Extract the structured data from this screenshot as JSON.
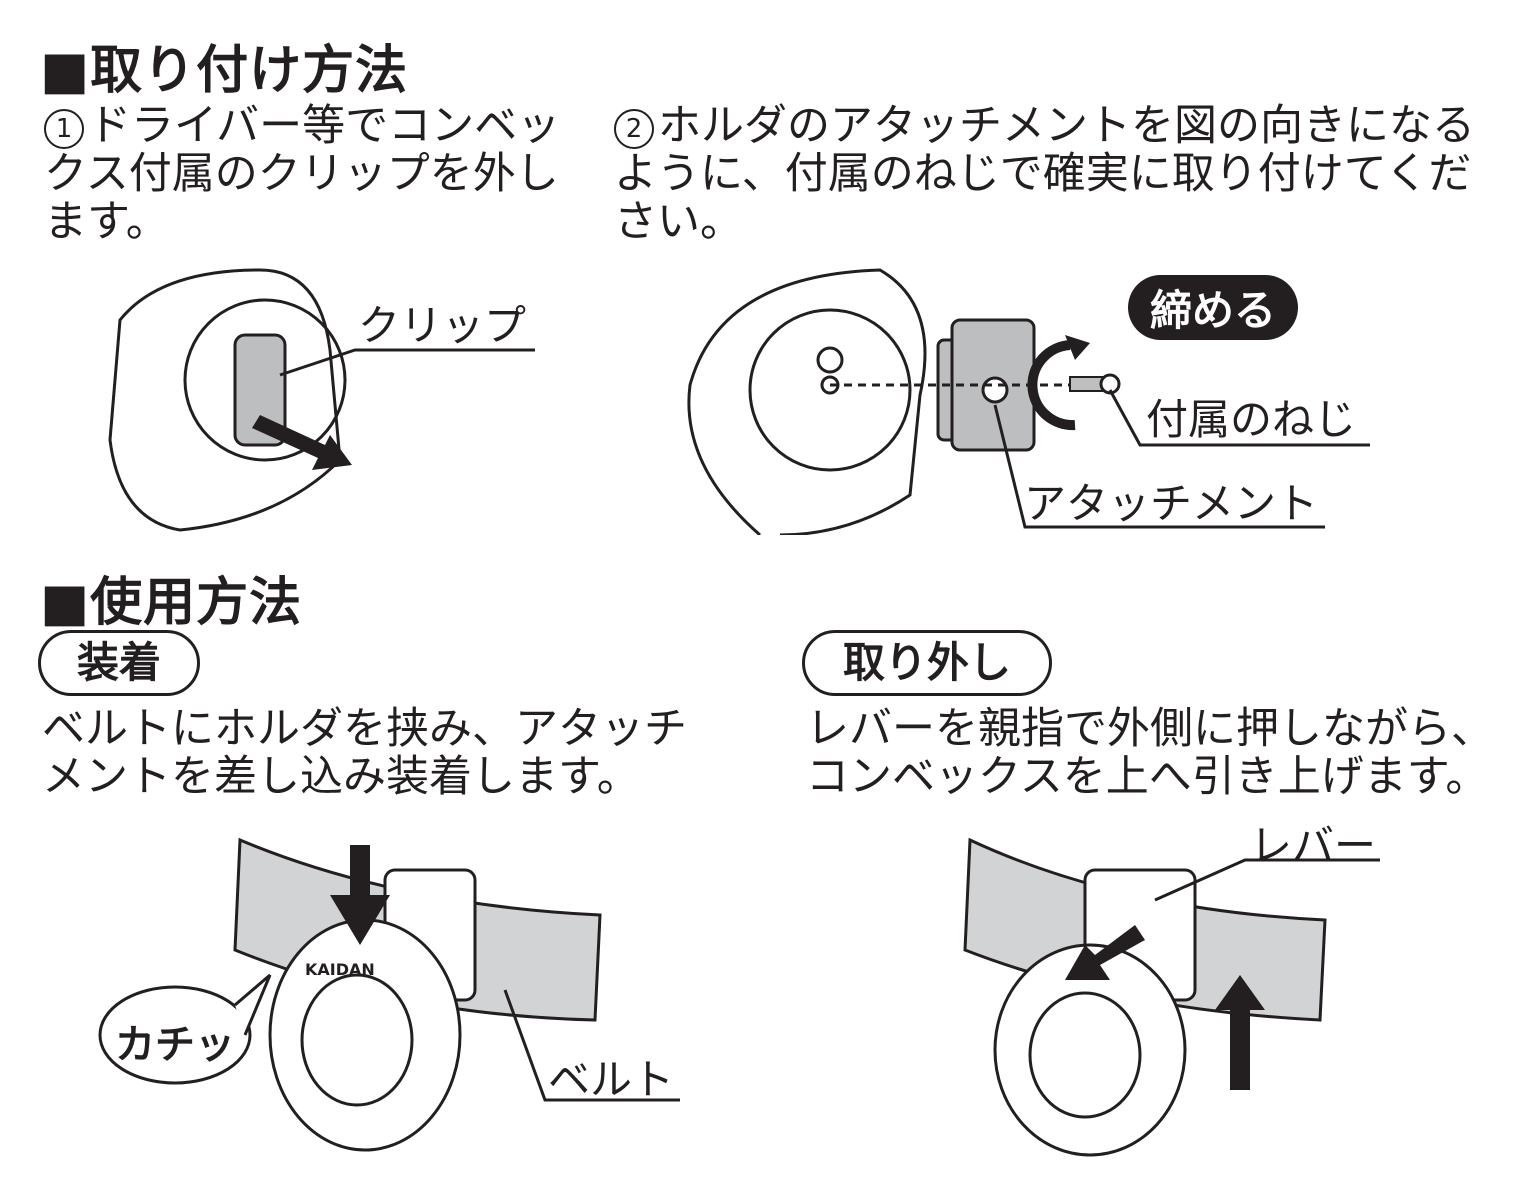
{
  "install": {
    "heading": "■取り付け方法",
    "step1": {
      "num": "1",
      "text": "ドライバー等でコンベックス付属のクリップを外します。"
    },
    "step2": {
      "num": "2",
      "text": "ホルダのアタッチメントを図の向きになるように、付属のねじで確実に取り付けてください。"
    },
    "labels": {
      "clip": "クリップ",
      "tighten": "締める",
      "screw": "付属のねじ",
      "attachment": "アタッチメント"
    }
  },
  "usage": {
    "heading": "■使用方法",
    "attach": {
      "title": "装着",
      "text": "ベルトにホルダを挟み、アタッチメントを差し込み装着します。",
      "click": "カチッ",
      "belt": "ベルト",
      "brand": "KAIDAN"
    },
    "remove": {
      "title": "取り外し",
      "text": "レバーを親指で外側に押しながら、コンベックスを上へ引き上げます。",
      "lever": "レバー"
    }
  }
}
